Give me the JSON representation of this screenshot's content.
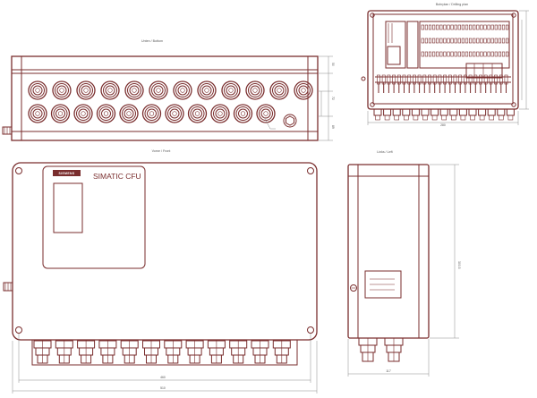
{
  "views": {
    "drilling": {
      "caption": "Bohrplan / Drilling plan",
      "dim_width": "280"
    },
    "bottom": {
      "caption": "Unten / Bottom",
      "dim_a": "50",
      "dim_b": "72",
      "dim_c": "89"
    },
    "front": {
      "caption": "Vorne / Front",
      "dim_inner": "460",
      "dim_outer": "510"
    },
    "left": {
      "caption": "Links / Left",
      "dim_height": "300.5",
      "dim_depth": "117"
    }
  },
  "device": {
    "brand": "SIEMENS",
    "product": "SIMATIC CFU"
  },
  "colors": {
    "line": "#7a2e2e",
    "dimension": "#8a8a8a",
    "text": "#555555"
  }
}
